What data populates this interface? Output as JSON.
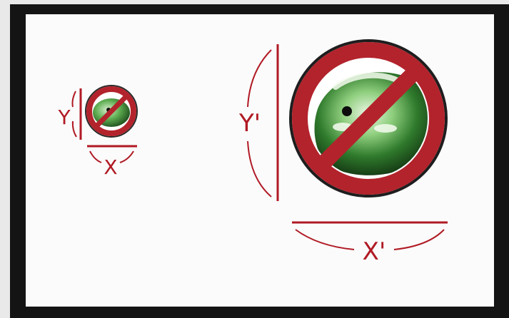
{
  "labels": {
    "small_y": "Y",
    "small_x": "X",
    "large_y": "Y'",
    "large_x": "X'"
  },
  "colors": {
    "frame": "#141414",
    "panel": "#fbfbfb",
    "dimension_lines": "#b01a24",
    "prohibition_ring": "#b3232c",
    "creature_green": "#3f8f3a"
  },
  "icons": {
    "small": "no-green-creature-icon",
    "large": "no-green-creature-icon"
  }
}
